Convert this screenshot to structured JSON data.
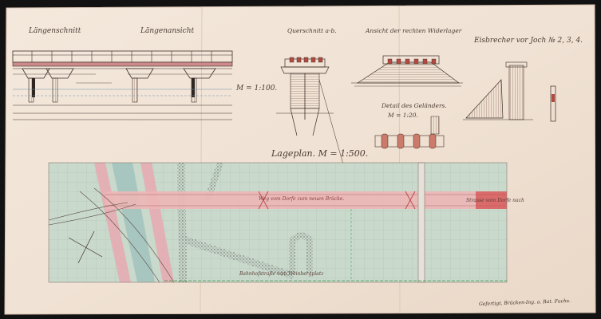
{
  "titles": {
    "laengsschnitt": "Längenschnitt",
    "laengenansicht": "Längenansicht",
    "querschnitt": "Querschnitt a-b.",
    "ansicht_widerlager": "Ansicht der rechten Widerlager",
    "eisbrecher": "Eisbrecher vor Joch № 2, 3, 4.",
    "detail_gelaender": "Detail des Geländers.",
    "detail_scale": "M = 1:20.",
    "lageplan": "Lageplan. M = 1:500."
  },
  "scales": {
    "elevation": "M = 1:100."
  },
  "plan_labels": {
    "road_label": "Weg vom Dorfe zum neuen Brücke.",
    "edge_label": "Strasse vom Dorfe nach",
    "bottom_label": "Bahnhofstraße vom Weinbergplatz"
  },
  "signature": "Gefertigt, Brücken-Ing. a. Rat. Fuchs."
}
